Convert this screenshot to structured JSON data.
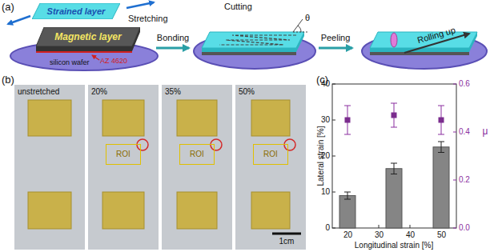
{
  "diagram": {
    "nodes": [
      {
        "text": [
          "Strained layer"
        ]
      },
      {
        "text": [
          "Magnetic layer"
        ]
      },
      {
        "text": [
          "unstretched"
        ]
      },
      {
        "text": [
          "20%"
        ]
      },
      {
        "text": [
          "ROI"
        ],
        "in": 3
      },
      {
        "text": [
          "35%"
        ]
      },
      {
        "text": [
          "ROI"
        ],
        "in": 5
      },
      {
        "text": [
          "50%"
        ]
      },
      {
        "text": [
          "ROI"
        ],
        "in": 7
      }
    ],
    "labels": [
      "(a)",
      "Stretching",
      "silicon wafer",
      "AZ 4620",
      "Bonding",
      "Cutting",
      "θ",
      "Peeling",
      "Rolling up",
      "(b)",
      "1cm",
      "(c)",
      "Lateral strain [%]",
      "0",
      "10",
      "20",
      "30",
      "40",
      "μ",
      "0.0",
      "0.2",
      "0.4",
      "0.6",
      "20",
      "30",
      "40",
      "50",
      "Longitudinal strain [%]"
    ]
  }
}
